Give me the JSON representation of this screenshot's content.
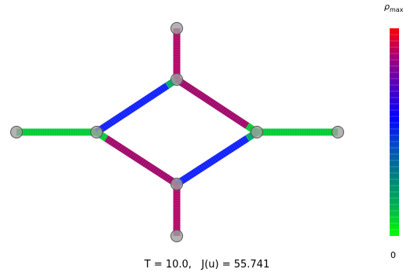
{
  "caption": {
    "time_label": "T = 10.0,",
    "objective_label": "J(u) = 55.741"
  },
  "colorbar": {
    "max_symbol": "ρ",
    "max_subscript": "max",
    "min_label": "0",
    "colors": [
      "#00ff00",
      "#00b050",
      "#008080",
      "#0050c0",
      "#0000ff",
      "#5000c0",
      "#a00080",
      "#ff0000"
    ]
  },
  "network": {
    "nodes": [
      {
        "id": "left"
      },
      {
        "id": "west"
      },
      {
        "id": "top"
      },
      {
        "id": "center-top"
      },
      {
        "id": "east"
      },
      {
        "id": "right"
      },
      {
        "id": "center-bottom"
      },
      {
        "id": "bottom"
      }
    ],
    "edges": [
      {
        "id": "left-west",
        "from": "left",
        "to": "west",
        "color": "#00cc33"
      },
      {
        "id": "west-centertop",
        "from": "west",
        "to": "center-top",
        "color": "#1020ff",
        "tail_color": "#00aa66"
      },
      {
        "id": "centertop-east",
        "from": "center-top",
        "to": "east",
        "color": "#a0086a",
        "tail_color": "#00cc33"
      },
      {
        "id": "west-centerbottom",
        "from": "west",
        "to": "center-bottom",
        "color": "#a0086a",
        "head_color": "#00cc33"
      },
      {
        "id": "centerbottom-east",
        "from": "center-bottom",
        "to": "east",
        "color": "#1020ff",
        "tail_color": "#00aa66"
      },
      {
        "id": "east-right",
        "from": "east",
        "to": "right",
        "color": "#00cc33"
      },
      {
        "id": "top-centertop",
        "from": "top",
        "to": "center-top",
        "color": "#b00868"
      },
      {
        "id": "centerbottom-bottom",
        "from": "center-bottom",
        "to": "bottom",
        "color": "#b00868"
      }
    ]
  }
}
